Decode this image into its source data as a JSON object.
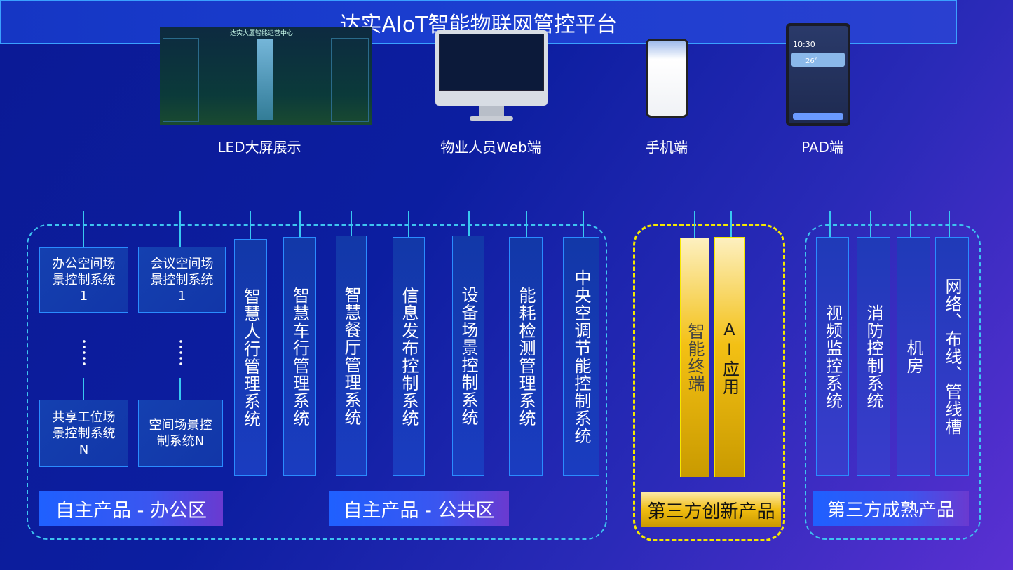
{
  "devices": [
    {
      "label": "LED大屏展示"
    },
    {
      "label": "物业人员Web端"
    },
    {
      "label": "手机端"
    },
    {
      "label": "PAD端"
    }
  ],
  "led_screen_title": "达实大厦智能运营中心",
  "pad_time": "10:30",
  "pad_temp": "26°",
  "platform": "达实AIoT智能物联网管控平台",
  "office": {
    "label": "自主产品 - 办公区",
    "boxes": [
      "办公空间场景控制系统1",
      "会议空间场景控制系统1",
      "共享工位场景控制系统N",
      "空间场景控制系统N"
    ]
  },
  "public": {
    "label": "自主产品 - 公共区",
    "columns": [
      "智慧人行管理系统",
      "智慧车行管理系统",
      "智慧餐厅管理系统",
      "信息发布控制系统",
      "设备场景控制系统",
      "能耗检测管理系统",
      "中央空调节能控制系统"
    ]
  },
  "innovative": {
    "label": "第三方创新产品",
    "columns": [
      "智能终端",
      "AI应用"
    ]
  },
  "mature": {
    "label": "第三方成熟产品",
    "columns": [
      "视频监控系统",
      "消防控制系统",
      "机房",
      "网络、布线、管线槽"
    ]
  },
  "colors": {
    "accent": "#38c8f0",
    "yellow": "#f5e800",
    "label_blue": "#1f60ff"
  }
}
